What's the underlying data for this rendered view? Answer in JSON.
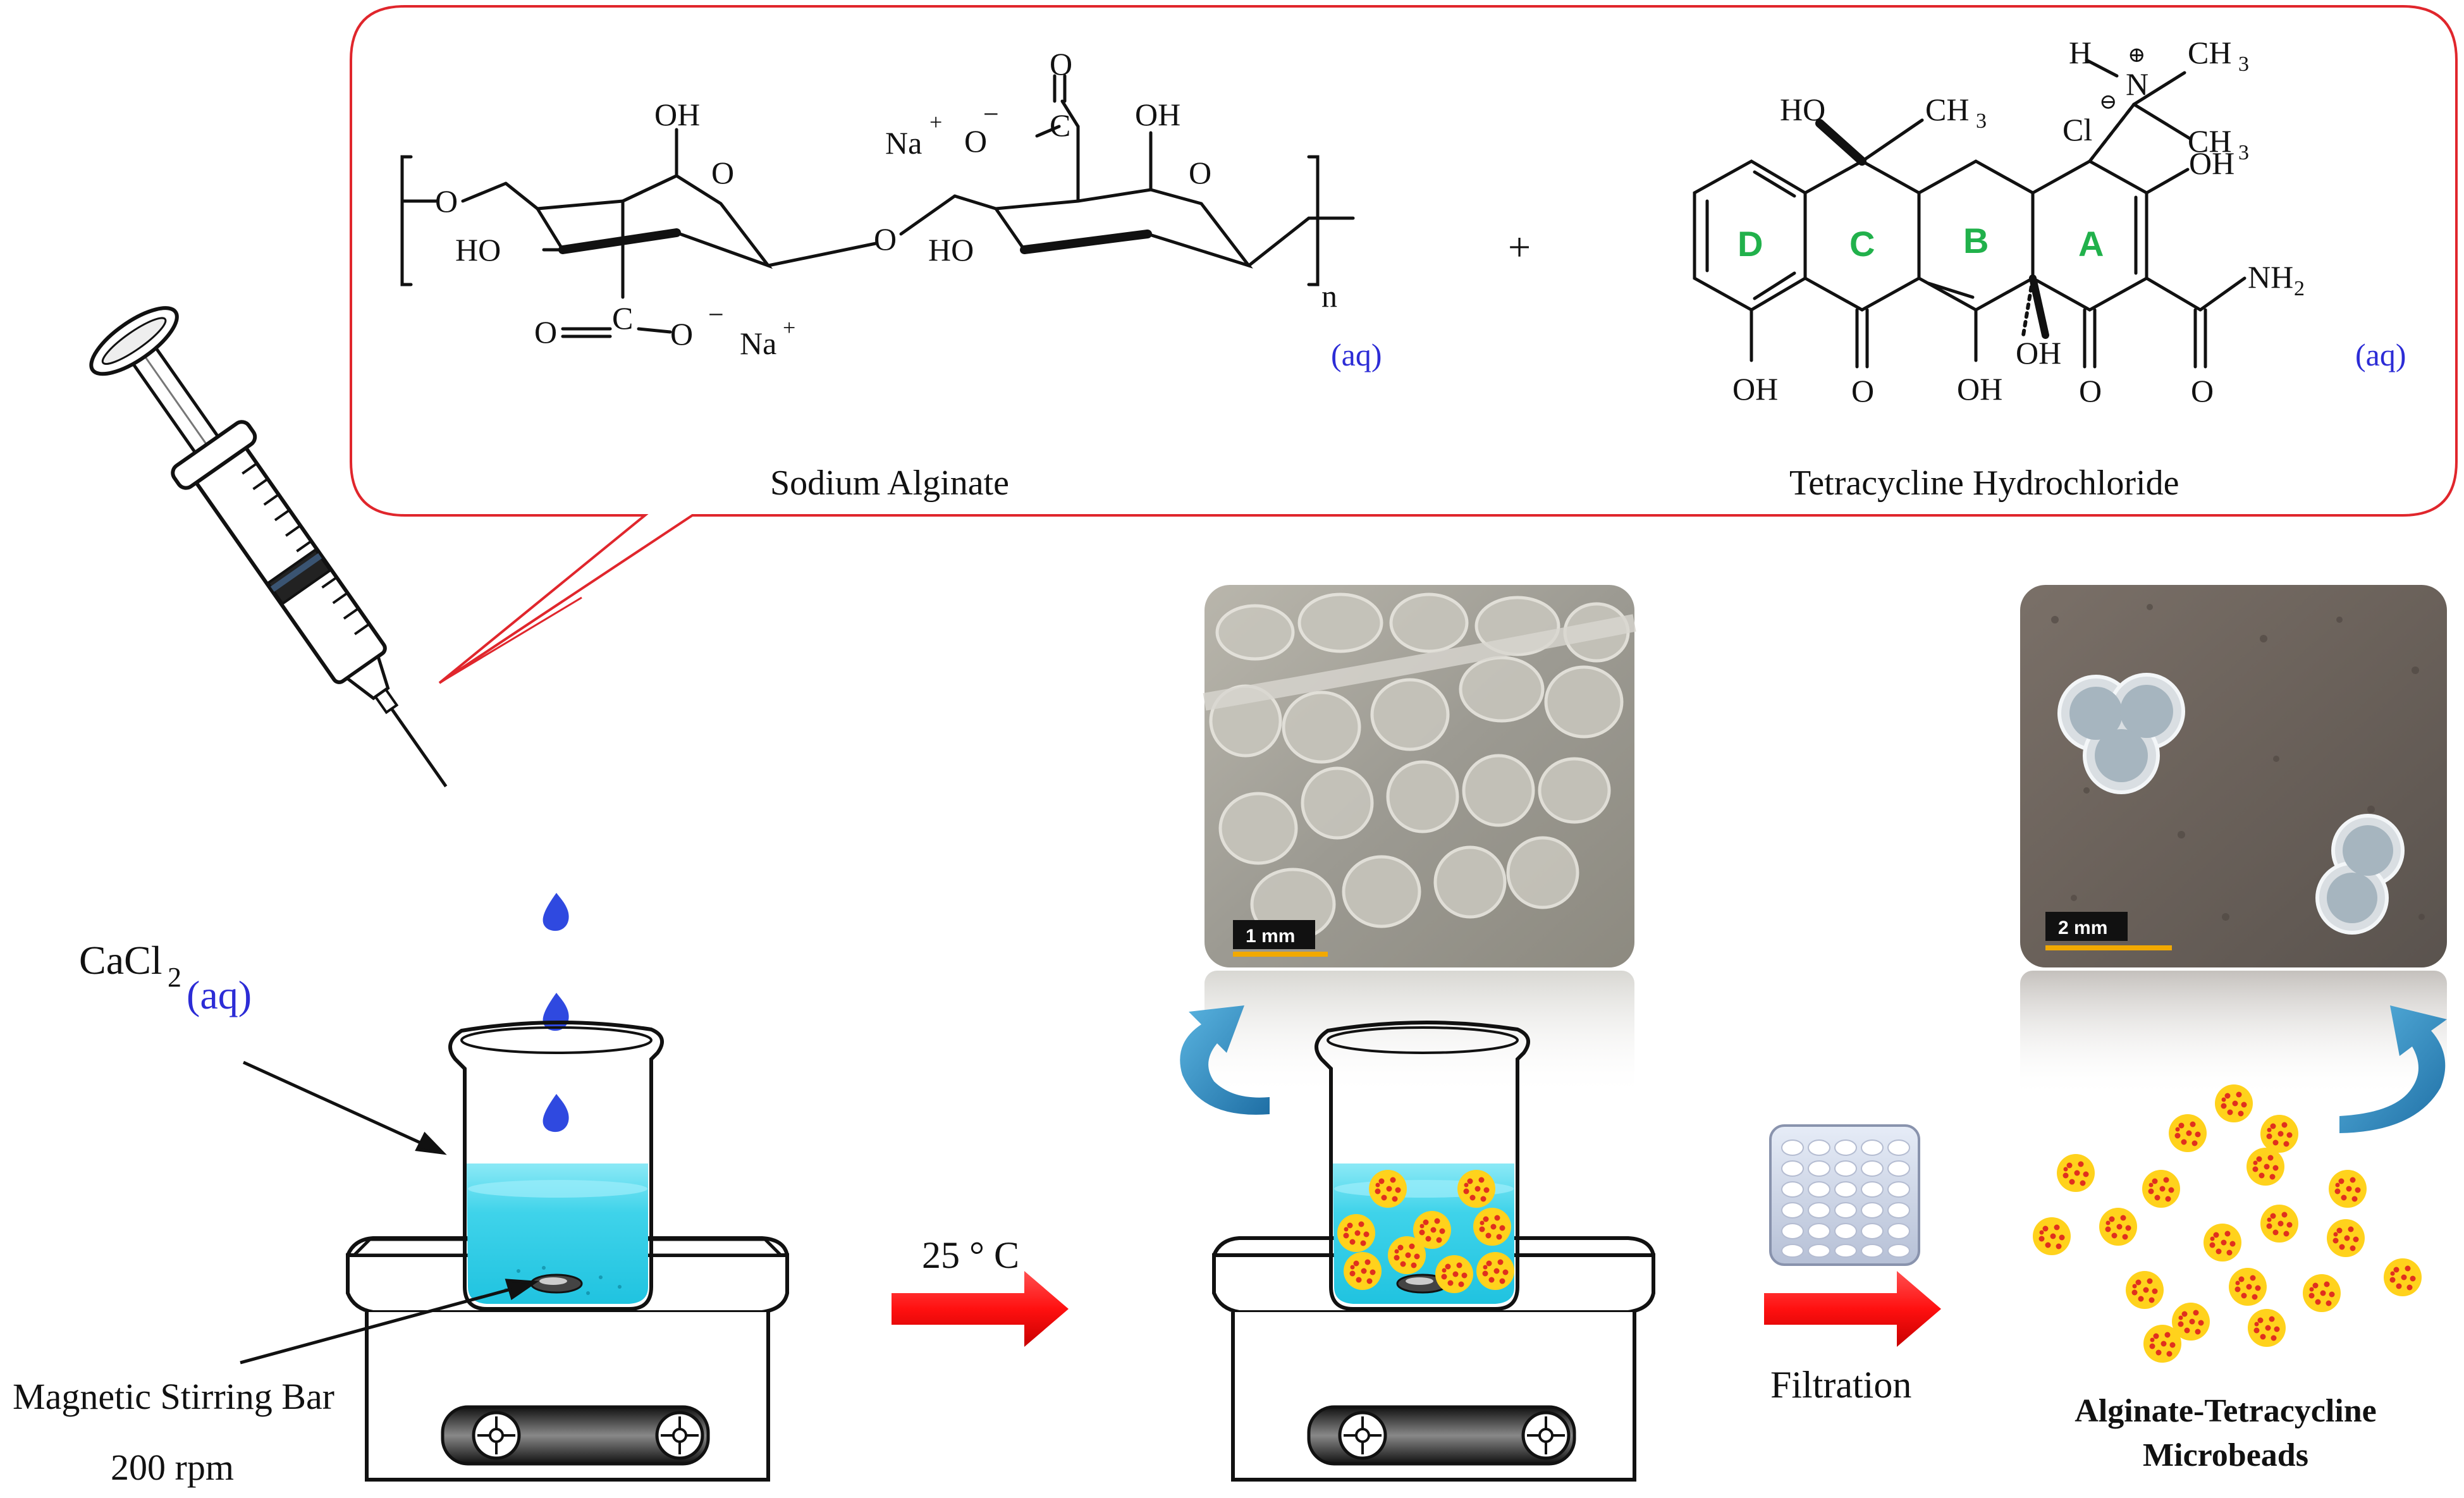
{
  "callout": {
    "alginate": {
      "oh_top_1": "OH",
      "oh_top_2": "OH",
      "ho_left_1": "HO",
      "ho_left_2": "HO",
      "o_link": "O",
      "ring_o_1": "O",
      "ring_o_2": "O",
      "carboxyl_o_dbl_1": "O",
      "carboxyl_c_1": "C",
      "carboxyl_o_1": "O",
      "carboxyl_o_dbl_2": "O",
      "carboxyl_c_2": "C",
      "carboxyl_o_2": "O",
      "na_1": "Na",
      "na_2": "Na",
      "plus": "+",
      "minus": "−",
      "repeat_n": "n",
      "aq": "(aq)",
      "name": "Sodium Alginate"
    },
    "plus_sign": "+",
    "tetracycline": {
      "h": "H",
      "n": "N",
      "ch3_n1": "CH",
      "ch3_n2": "CH",
      "sub3": "3",
      "cl": "Cl",
      "ho_c6": "HO",
      "ch3_c6": "CH",
      "oh_right": "OH",
      "nh2": "NH",
      "sub2": "2",
      "oh_bottom_1": "OH",
      "oh_bottom_2": "OH",
      "oh_bottom_3": "OH",
      "o_ketone_1": "O",
      "o_ketone_2": "O",
      "o_amide": "O",
      "ring_a": "A",
      "ring_b": "B",
      "ring_c": "C",
      "ring_d": "D",
      "aq": "(aq)",
      "name": "Tetracycline Hydrochloride"
    }
  },
  "left_setup": {
    "cacl2_main": "CaCl",
    "cacl2_sub": "2",
    "cacl2_aq": "(aq)",
    "stir_label": "Magnetic Stirring Bar",
    "rpm": "200 rpm"
  },
  "step1": {
    "temp": "25 ° C"
  },
  "step2": {
    "label": "Filtration"
  },
  "photos": {
    "scale_1": "1 mm",
    "scale_2": "2 mm"
  },
  "product": {
    "line1": "Alginate-Tetracycline",
    "line2": "Microbeads"
  },
  "colors": {
    "callout_border": "#e0262c",
    "aq_blue": "#2c2cd6",
    "ring_green": "#21b14b",
    "solution_cyan": "#3fd3ea",
    "drop_blue": "#2f49e0",
    "arrow_red": "#ff1a1a",
    "curve_arrow_blue": "#2f8fc4",
    "bead_yellow": "#ffd21c",
    "bead_dot_red": "#e0301e",
    "scale_orange": "#f2a900"
  }
}
